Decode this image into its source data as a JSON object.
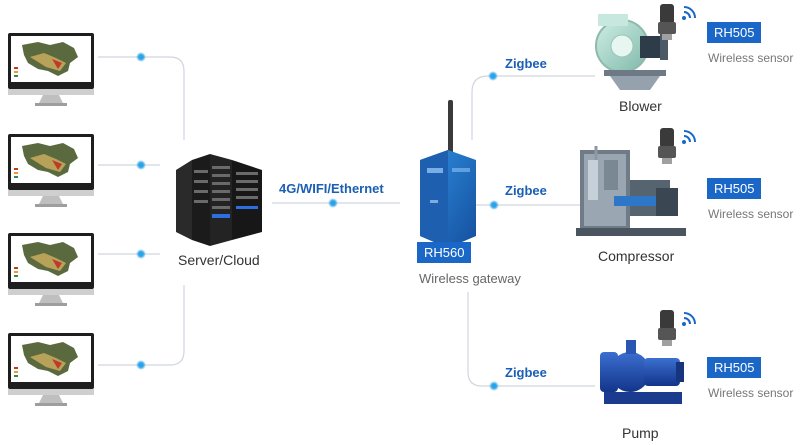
{
  "links": {
    "uplink": "4G/WIFI/Ethernet",
    "blower": "Zigbee",
    "compressor": "Zigbee",
    "pump": "Zigbee"
  },
  "server": {
    "label": "Server/Cloud"
  },
  "gateway": {
    "model": "RH560",
    "label": "Wireless gateway"
  },
  "devices": {
    "blower": {
      "label": "Blower",
      "sensor_model": "RH505",
      "sensor_label": "Wireless sensor"
    },
    "compressor": {
      "label": "Compressor",
      "sensor_model": "RH505",
      "sensor_label": "Wireless sensor"
    },
    "pump": {
      "label": "Pump",
      "sensor_model": "RH505",
      "sensor_label": "Wireless sensor"
    }
  },
  "colors": {
    "accent": "#1a67c8",
    "link_text": "#1b5fb4",
    "line": "#d0d6de",
    "dot": "#2aa3e8"
  }
}
